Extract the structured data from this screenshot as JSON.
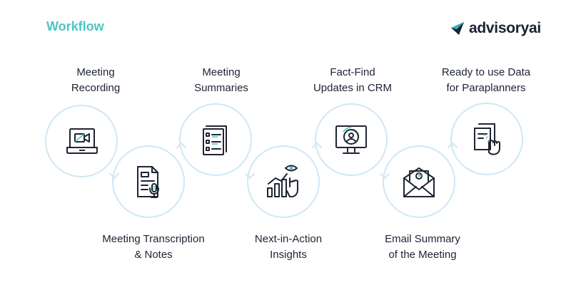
{
  "header": {
    "title": "Workflow",
    "brand": "advisoryai"
  },
  "colors": {
    "accent": "#4cc6c2",
    "flow_line": "#cfe7f4",
    "icon_stroke": "#1e2433",
    "icon_accent": "#4cc6c2",
    "brand_dark": "#1a2233",
    "brand_teal": "#2fb3bf"
  },
  "steps": [
    {
      "line1": "Meeting",
      "line2": "Recording",
      "icon": "video-laptop-icon"
    },
    {
      "line1": "Meeting Transcription",
      "line2": "& Notes",
      "icon": "document-microphone-icon"
    },
    {
      "line1": "Meeting",
      "line2": "Summaries",
      "icon": "document-list-icon"
    },
    {
      "line1": "Next-in-Action",
      "line2": "Insights",
      "icon": "chart-eye-hand-icon"
    },
    {
      "line1": "Fact-Find",
      "line2": "Updates in CRM",
      "icon": "monitor-crm-icon"
    },
    {
      "line1": "Email Summary",
      "line2": "of the Meeting",
      "icon": "email-document-icon"
    },
    {
      "line1": "Ready to use Data",
      "line2": "for Paraplanners",
      "icon": "documents-pointer-icon"
    }
  ]
}
